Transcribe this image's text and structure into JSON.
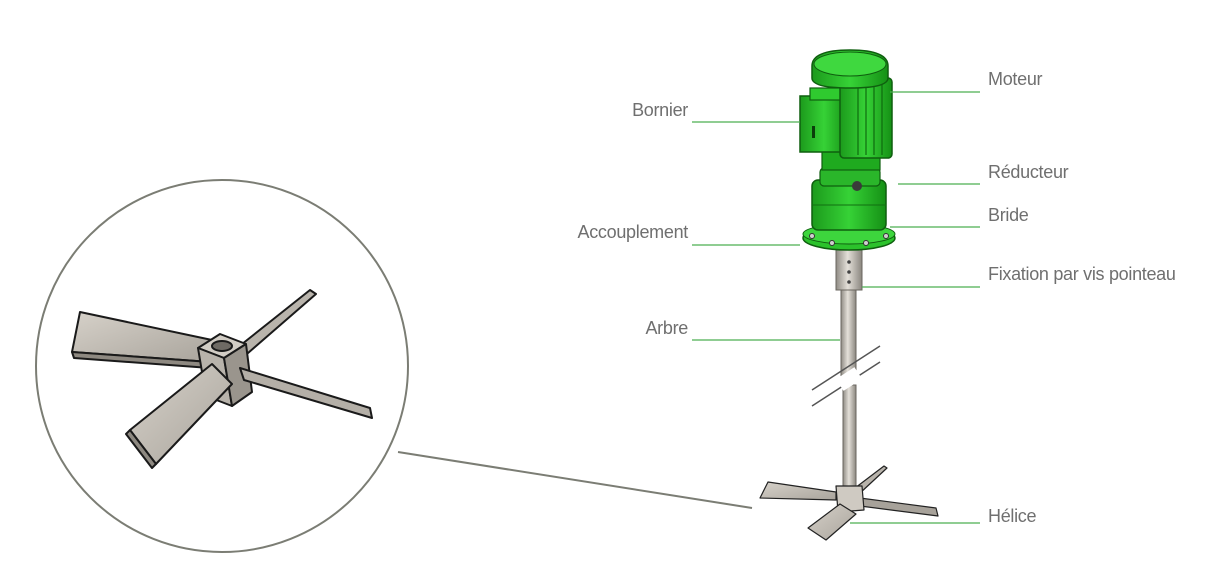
{
  "labels": {
    "moteur": "Moteur",
    "bornier": "Bornier",
    "reducteur": "Réducteur",
    "bride": "Bride",
    "accouplement": "Accouplement",
    "fixation": "Fixation par vis pointeau",
    "arbre": "Arbre",
    "helice": "Hélice"
  },
  "colors": {
    "leader_line": "#4caf50",
    "motor_green": "#2ec82e",
    "motor_dark": "#168a16",
    "steel": "#c8c3bb",
    "label_text": "#6f6f6f",
    "circle_stroke": "#7b7d74"
  }
}
